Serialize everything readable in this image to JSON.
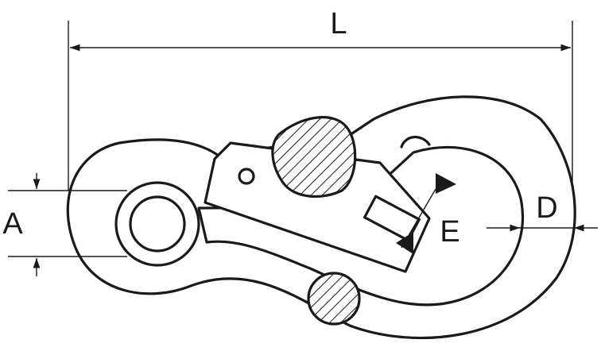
{
  "diagram": {
    "labels": {
      "length": "L",
      "diameter": "D",
      "eye": "A",
      "opening": "E"
    },
    "colors": {
      "line": "#1a1a1a",
      "background": "#ffffff"
    }
  }
}
